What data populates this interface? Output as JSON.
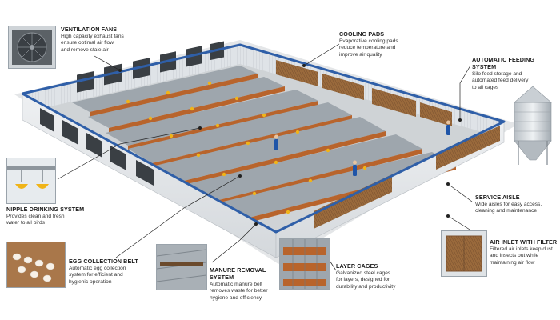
{
  "callouts": {
    "ventilation_fans": {
      "title": "VENTILATION FANS",
      "lines": [
        "High capacity exhaust fans",
        "ensure optimal air flow",
        "and remove stale air"
      ]
    },
    "cooling_pads": {
      "title": "COOLING PADS",
      "lines": [
        "Evaporative cooling pads",
        "reduce temperature and",
        "improve air quality"
      ]
    },
    "automatic_feeding": {
      "title": "AUTOMATIC FEEDING SYSTEM",
      "lines": [
        "Silo feed storage and",
        "automated feed delivery",
        "to all cages"
      ]
    },
    "nipple_drinking": {
      "title": "NIPPLE DRINKING SYSTEM",
      "lines": [
        "Provides clean and fresh",
        "water to all birds"
      ]
    },
    "service_aisle": {
      "title": "SERVICE AISLE",
      "lines": [
        "Wide aisles for easy access,",
        "cleaning and maintenance"
      ]
    },
    "egg_collection": {
      "title": "EGG COLLECTION BELT",
      "lines": [
        "Automatic egg collection",
        "system for efficient and",
        "hygienic operation"
      ]
    },
    "manure_removal": {
      "title": "MANURE REMOVAL SYSTEM",
      "lines": [
        "Automatic manure belt",
        "removes waste for better",
        "hygiene and efficiency"
      ]
    },
    "layer_cages": {
      "title": "LAYER CAGES",
      "lines": [
        "Galvanized steel cages",
        "for layers, designed for",
        "durability and productivity"
      ]
    },
    "air_inlet": {
      "title": "AIR INLET WITH FILTER",
      "lines": [
        "Filtered air inlets keep dust",
        "and insects out while",
        "maintaining air flow"
      ]
    }
  },
  "colors": {
    "roof_trim": "#2f5fa8",
    "wall": "#e6e9ec",
    "floor": "#cfd3d6",
    "cooling_pad": "#9a6a3c",
    "cage_metal": "#9ea6ad",
    "hen": "#b8642c",
    "feeder": "#f0b418",
    "worker": "#1f55a8",
    "leader": "#222222"
  }
}
